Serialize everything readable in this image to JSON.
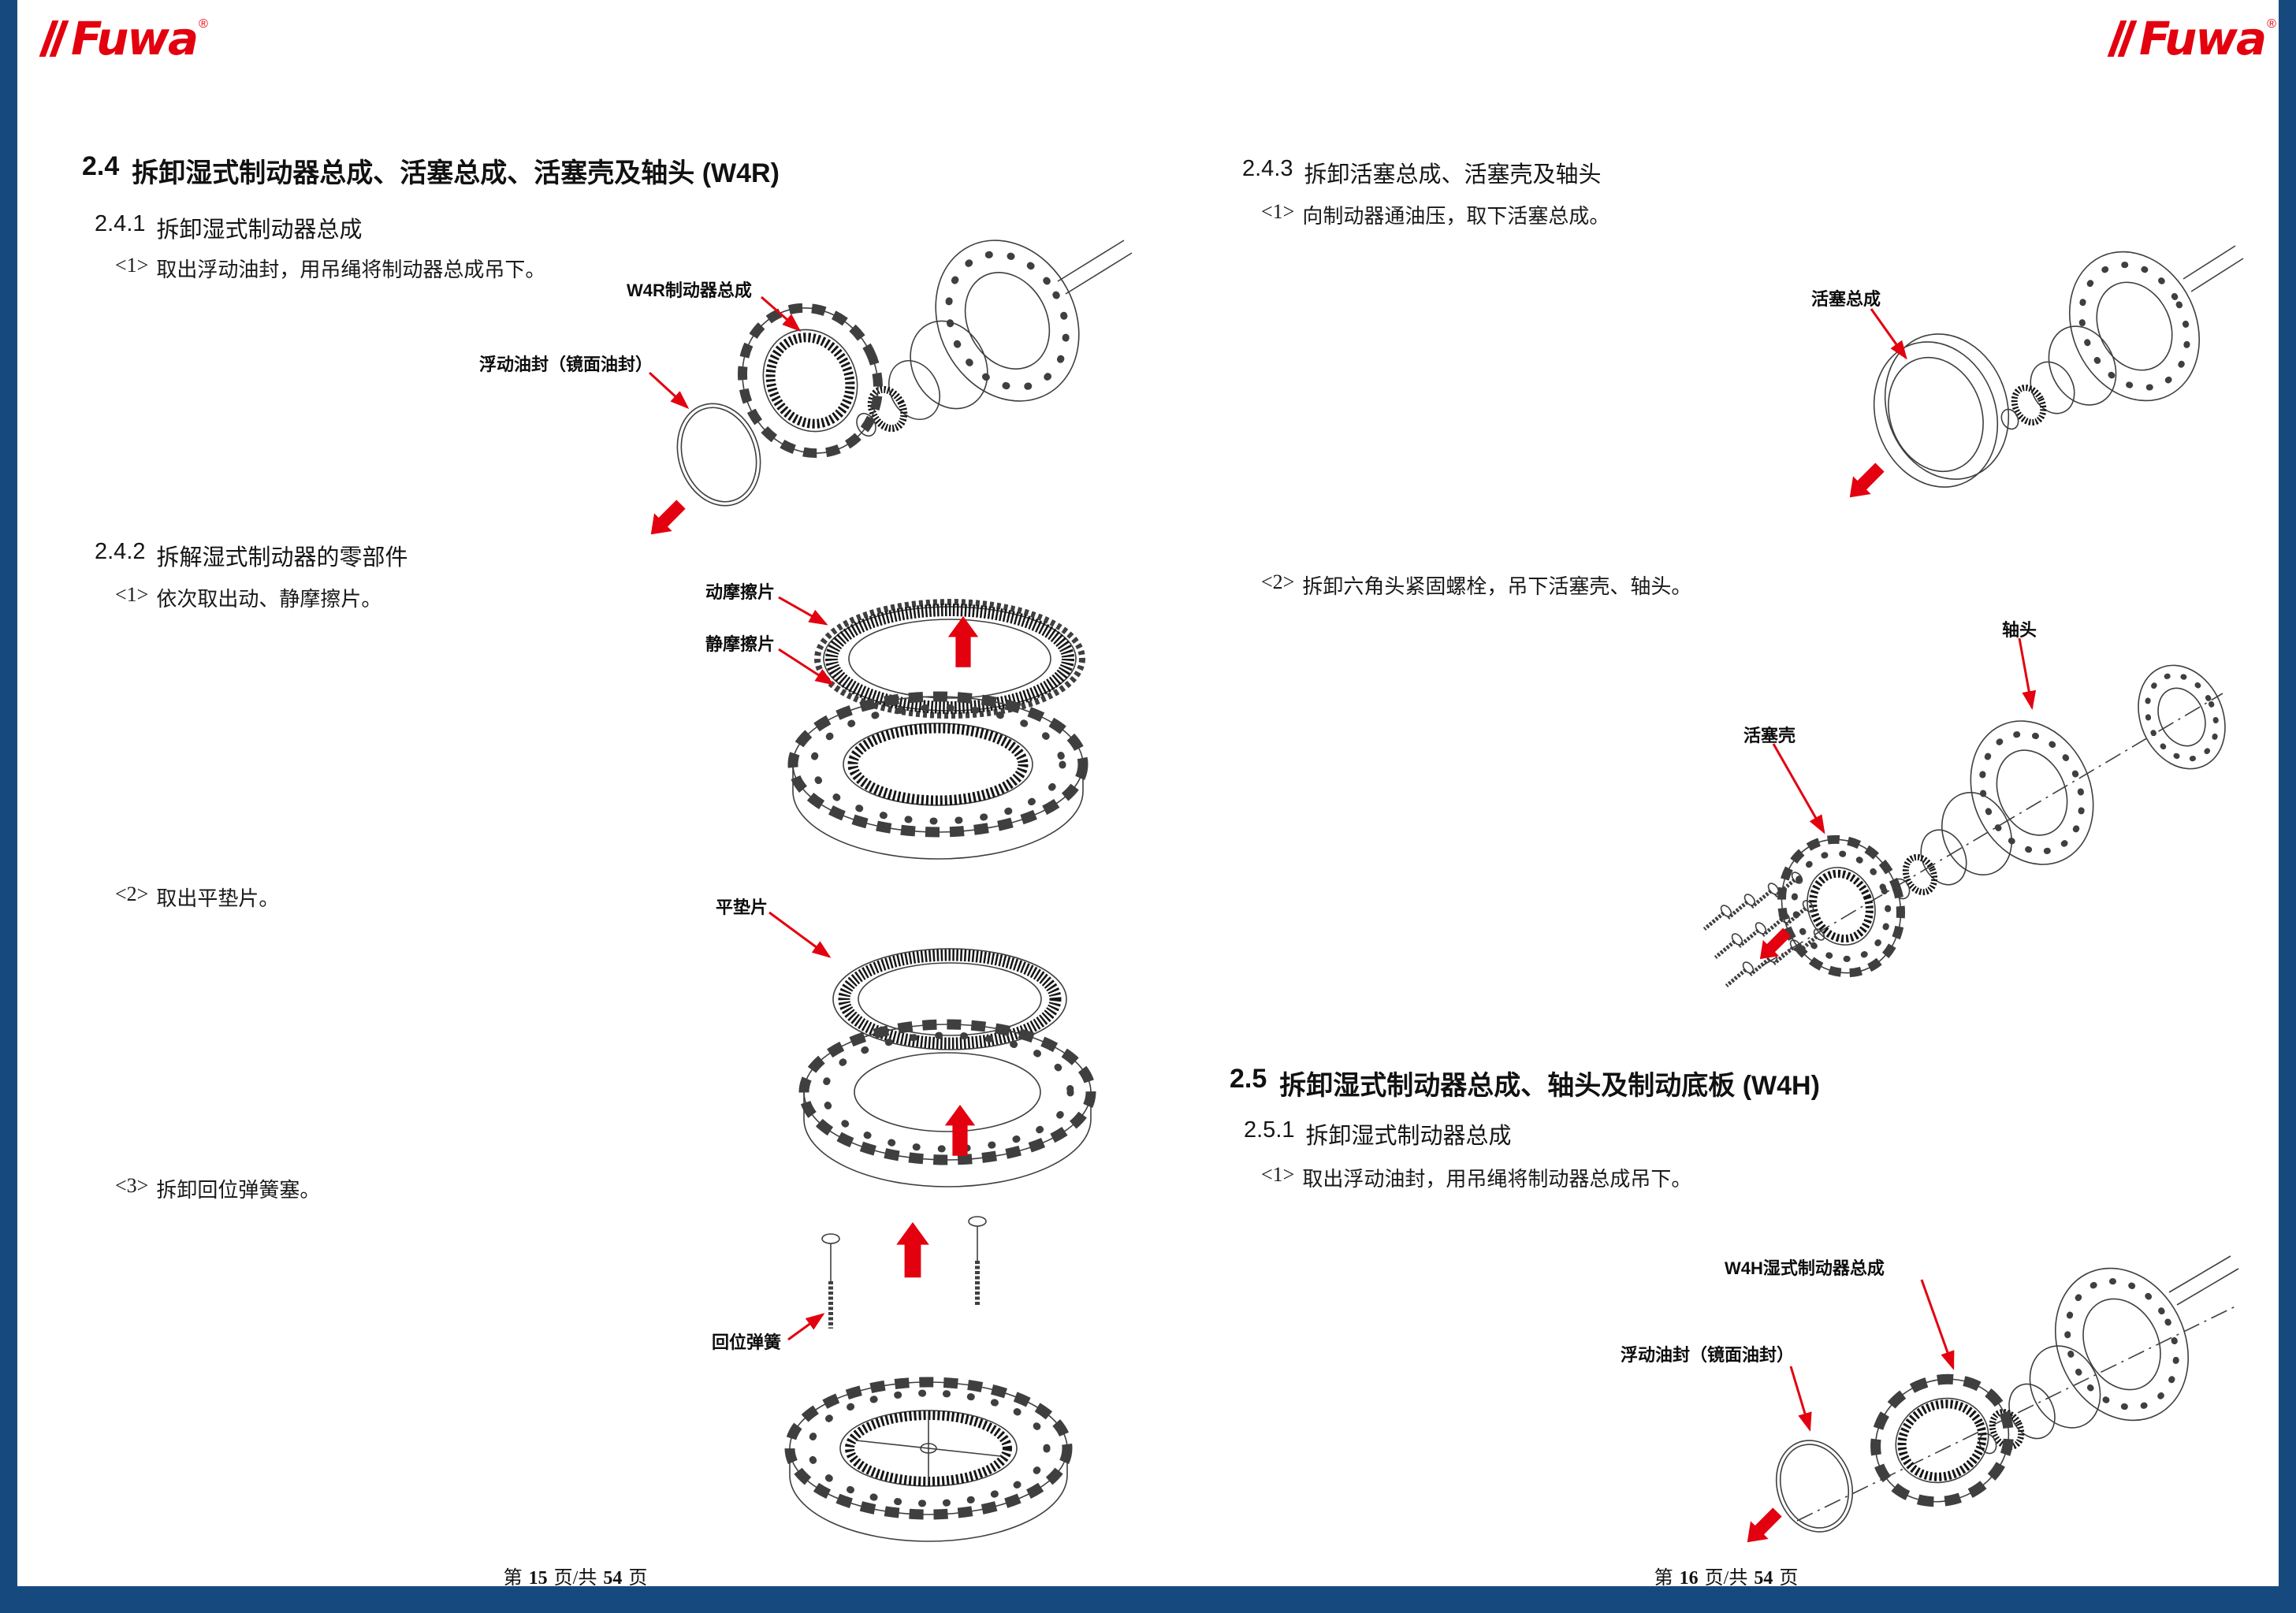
{
  "colors": {
    "sidebar_blue": "#164a7e",
    "brand_red": "#e3000f"
  },
  "logo": {
    "text": "Fuwa",
    "reg": "®"
  },
  "left": {
    "s24": {
      "num": "2.4",
      "title": "拆卸湿式制动器总成、活塞总成、活塞壳及轴头 (W4R)"
    },
    "s241": {
      "num": "2.4.1",
      "title": "拆卸湿式制动器总成"
    },
    "s241_step1": {
      "num": "<1>",
      "text": "取出浮动油封，用吊绳将制动器总成吊下。"
    },
    "fig1": {
      "label_assembly": "W4R制动器总成",
      "label_seal": "浮动油封（镜面油封）"
    },
    "s242": {
      "num": "2.4.2",
      "title": "拆解湿式制动器的零部件"
    },
    "s242_step1": {
      "num": "<1>",
      "text": "依次取出动、静摩擦片。"
    },
    "fig2": {
      "label_dynamic": "动摩擦片",
      "label_static": "静摩擦片"
    },
    "s242_step2": {
      "num": "<2>",
      "text": "取出平垫片。"
    },
    "fig3": {
      "label_plate": "平垫片"
    },
    "s242_step3": {
      "num": "<3>",
      "text": "拆卸回位弹簧塞。"
    },
    "fig4": {
      "label_spring": "回位弹簧"
    },
    "footer": {
      "prefix": "第",
      "page": "15",
      "mid": "页/共",
      "total": "54",
      "suffix": "页"
    }
  },
  "right": {
    "s243": {
      "num": "2.4.3",
      "title": "拆卸活塞总成、活塞壳及轴头"
    },
    "s243_step1": {
      "num": "<1>",
      "text": "向制动器通油压，取下活塞总成。"
    },
    "fig5": {
      "label_piston": "活塞总成"
    },
    "s243_step2": {
      "num": "<2>",
      "text": "拆卸六角头紧固螺栓，吊下活塞壳、轴头。"
    },
    "fig6": {
      "label_axle": "轴头",
      "label_housing": "活塞壳"
    },
    "s25": {
      "num": "2.5",
      "title": "拆卸湿式制动器总成、轴头及制动底板 (W4H)"
    },
    "s251": {
      "num": "2.5.1",
      "title": "拆卸湿式制动器总成"
    },
    "s251_step1": {
      "num": "<1>",
      "text": "取出浮动油封，用吊绳将制动器总成吊下。"
    },
    "fig7": {
      "label_assembly": "W4H湿式制动器总成",
      "label_seal": "浮动油封（镜面油封）"
    },
    "footer": {
      "prefix": "第",
      "page": "16",
      "mid": "页/共",
      "total": "54",
      "suffix": "页"
    }
  }
}
